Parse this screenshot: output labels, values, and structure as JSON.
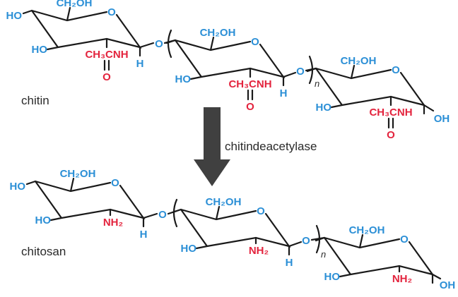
{
  "labels": {
    "chitin": "chitin",
    "chitosan": "chitosan",
    "enzyme": "chitindeacetylase"
  },
  "atoms": {
    "ho": "HO",
    "oh": "OH",
    "ch2oh": "CH₂OH",
    "ring_o": "O",
    "h": "H",
    "glyco_o": "O",
    "acetamido": "CH₃CNH",
    "carbonyl_o": "O",
    "amino": "NH₂",
    "repeat": "n"
  },
  "colors": {
    "hetero": "#2b8fd6",
    "highlight": "#e3233d",
    "arrow": "#404040"
  }
}
